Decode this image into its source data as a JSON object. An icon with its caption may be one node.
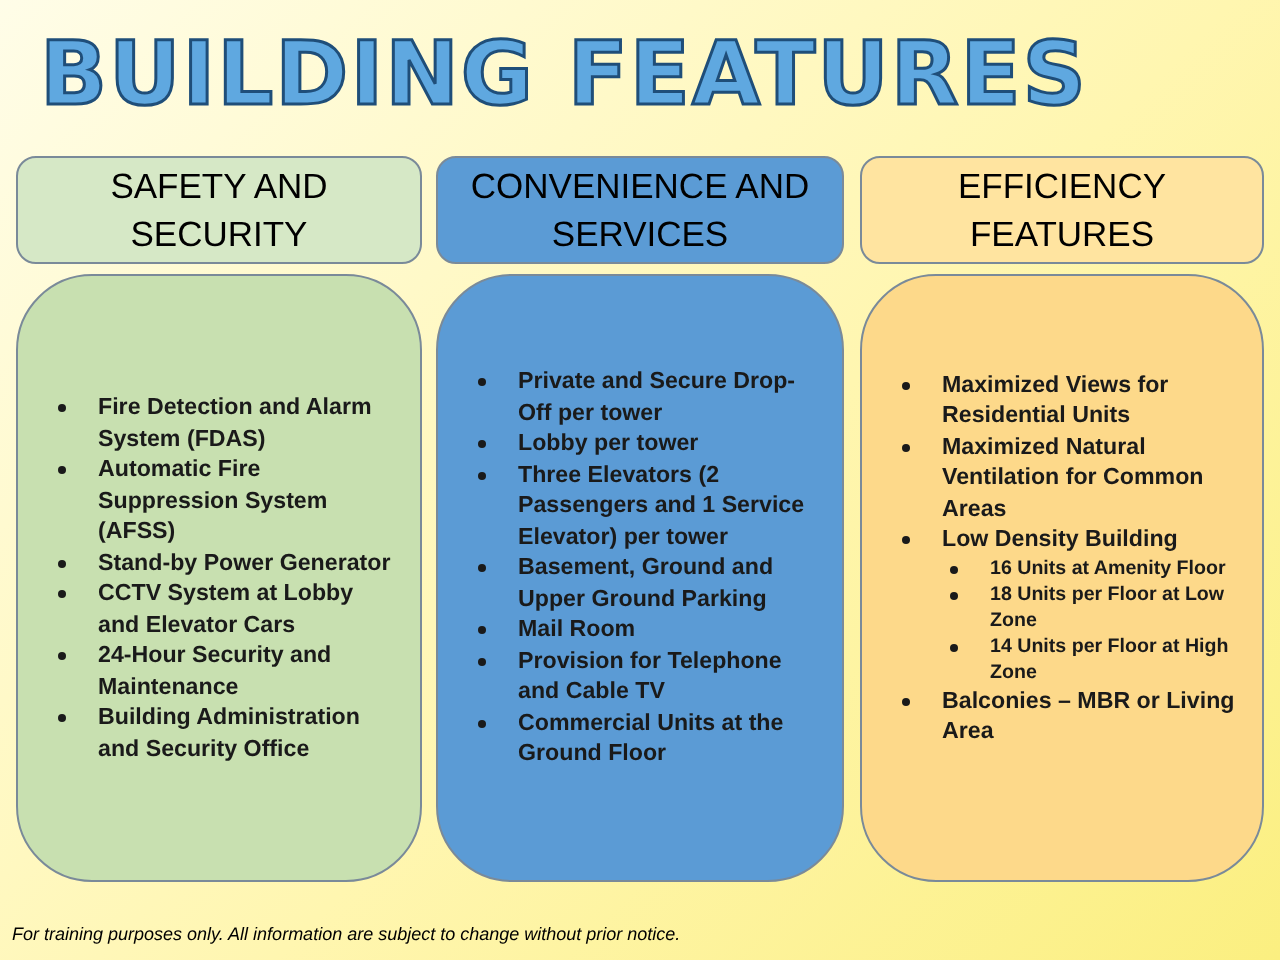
{
  "diagram": {
    "title": "BUILDING FEATURES",
    "caption": "For training purposes only. All information are subject to change without prior notice.",
    "nodes": [
      {
        "text": [
          "SAFETY AND SECURITY"
        ]
      },
      {
        "text": [
          "CONVENIENCE AND SERVICES"
        ]
      },
      {
        "text": [
          "EFFICIENCY FEATURES"
        ]
      },
      {
        "text": [
          "Fire Detection and Alarm System (FDAS)",
          "Automatic Fire Suppression System (AFSS)",
          "Stand-by Power Generator",
          "CCTV System at Lobby and Elevator Cars",
          "24-Hour Security and Maintenance",
          "Building Administration and Security Office"
        ]
      },
      {
        "text": [
          "Private and Secure Drop-Off per tower",
          "Lobby per tower",
          "Three Elevators (2 Passengers and 1 Service Elevator) per tower",
          "Basement, Ground and Upper Ground Parking",
          "Mail Room",
          "Provision for Telephone and Cable TV",
          "Commercial Units at the Ground Floor"
        ]
      },
      {
        "text": [
          "Maximized Views for Residential Units",
          "Maximized Natural Ventilation for Common Areas",
          "Low Density Building",
          "16 Units at Amenity Floor",
          "18 Units per Floor at Low Zone",
          "14 Units per Floor at High Zone",
          "Balconies – MBR or Living Area"
        ]
      }
    ]
  }
}
